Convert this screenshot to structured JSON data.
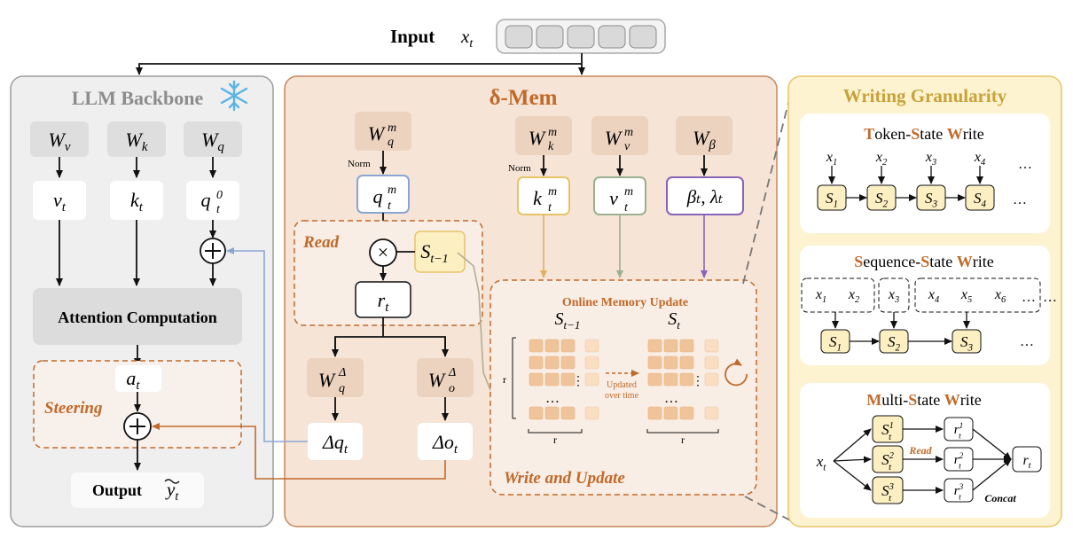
{
  "input": {
    "label": "Input",
    "var": "x",
    "sub": "t"
  },
  "backbone": {
    "title": "LLM Backbone",
    "weights": [
      {
        "base": "W",
        "sub": "v"
      },
      {
        "base": "W",
        "sub": "k"
      },
      {
        "base": "W",
        "sub": "q"
      }
    ],
    "vectors": [
      {
        "base": "v",
        "sub": "t"
      },
      {
        "base": "k",
        "sub": "t"
      },
      {
        "base": "q",
        "sub": "t",
        "sup": "0"
      }
    ],
    "attention": "Attention Computation",
    "a": {
      "base": "a",
      "sub": "t"
    },
    "steering": "Steering",
    "output_label": "Output",
    "output_var": "y",
    "output_sub": "t"
  },
  "mem": {
    "title": "δ-Mem",
    "wq": {
      "base": "W",
      "sub": "q",
      "sup": "m"
    },
    "wk": {
      "base": "W",
      "sub": "k",
      "sup": "m"
    },
    "wv": {
      "base": "W",
      "sub": "v",
      "sup": "m"
    },
    "wb": {
      "base": "W",
      "sub": "β"
    },
    "norm": "Norm",
    "qm": {
      "base": "q",
      "sub": "t",
      "sup": "m"
    },
    "km": {
      "base": "k",
      "sub": "t",
      "sup": "m"
    },
    "vm": {
      "base": "v",
      "sub": "t",
      "sup": "m"
    },
    "beta": "βₜ, λₜ",
    "read": "Read",
    "times": "×",
    "s_prev": {
      "base": "S",
      "sub": "t−1"
    },
    "r": {
      "base": "r",
      "sub": "t"
    },
    "wq_delta": {
      "base": "W",
      "sub": "q",
      "sup": "Δ"
    },
    "wo_delta": {
      "base": "W",
      "sub": "o",
      "sup": "Δ"
    },
    "dq": {
      "base": "Δq",
      "sub": "t"
    },
    "do": {
      "base": "Δo",
      "sub": "t"
    },
    "online_title": "Online Memory Update",
    "s_left": {
      "base": "S",
      "sub": "t−1"
    },
    "s_right": {
      "base": "S",
      "sub": "t"
    },
    "r_label": "r",
    "updated": [
      "Updated",
      "over time"
    ],
    "write_update": "Write and Update"
  },
  "granularity": {
    "title": "Writing Granularity",
    "token": {
      "title": [
        "T",
        "oken-",
        "S",
        "tate ",
        "W",
        "rite"
      ],
      "x": [
        "1",
        "2",
        "3",
        "4"
      ],
      "s": [
        "1",
        "2",
        "3",
        "4"
      ]
    },
    "sequence": {
      "title": [
        "S",
        "equence-",
        "S",
        "tate ",
        "W",
        "rite"
      ],
      "x": [
        "1",
        "2",
        "3",
        "4",
        "5",
        "6"
      ],
      "s": [
        "1",
        "2",
        "3"
      ]
    },
    "multi": {
      "title": [
        "M",
        "ulti-",
        "S",
        "tate ",
        "W",
        "rite"
      ],
      "x": {
        "base": "x",
        "sub": "t"
      },
      "s": [
        "1",
        "2",
        "3"
      ],
      "read": "Read",
      "concat": "Concat",
      "r_out": {
        "base": "r",
        "sub": "t"
      }
    },
    "ellipsis": "…"
  },
  "colors": {
    "backbone_bg": "#efefef",
    "mem_bg": "#f6e4d6",
    "mem_border": "#c8855a",
    "gran_bg": "#fdf3d1",
    "gran_border": "#e8c467",
    "orange": "#c06a2b",
    "blue": "#8aa6d6",
    "green": "#9ab08e",
    "purple": "#8a63b8",
    "yellow_fill": "#fcefc2",
    "cell_dark": "#f0c49a",
    "cell_light": "#f9dec2"
  }
}
